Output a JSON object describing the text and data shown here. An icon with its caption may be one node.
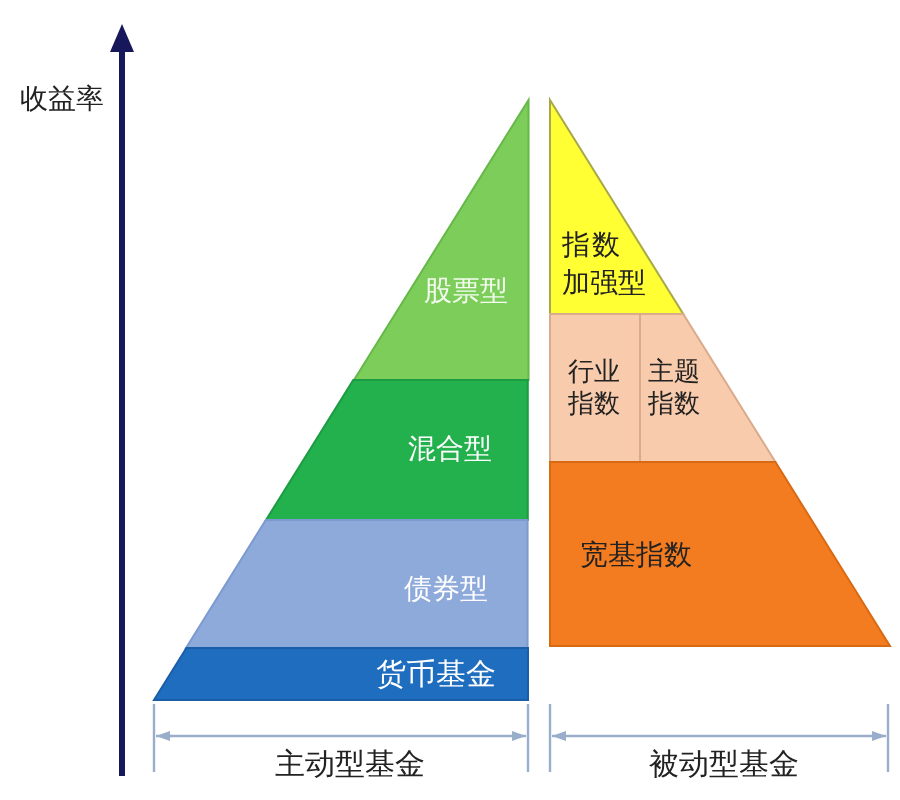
{
  "diagram": {
    "nodes": [
      {
        "text": [
          "股票型"
        ]
      },
      {
        "text": [
          "混合型"
        ]
      },
      {
        "text": [
          "债券型"
        ]
      },
      {
        "text": [
          "货币基金"
        ]
      },
      {
        "text": [
          "指数加强型"
        ]
      },
      {
        "text": [
          "行业指数"
        ]
      },
      {
        "text": [
          "主题指数"
        ]
      },
      {
        "text": [
          "宽基指数"
        ]
      }
    ],
    "labels": [
      "收益率",
      "主动型基金",
      "被动型基金"
    ]
  }
}
